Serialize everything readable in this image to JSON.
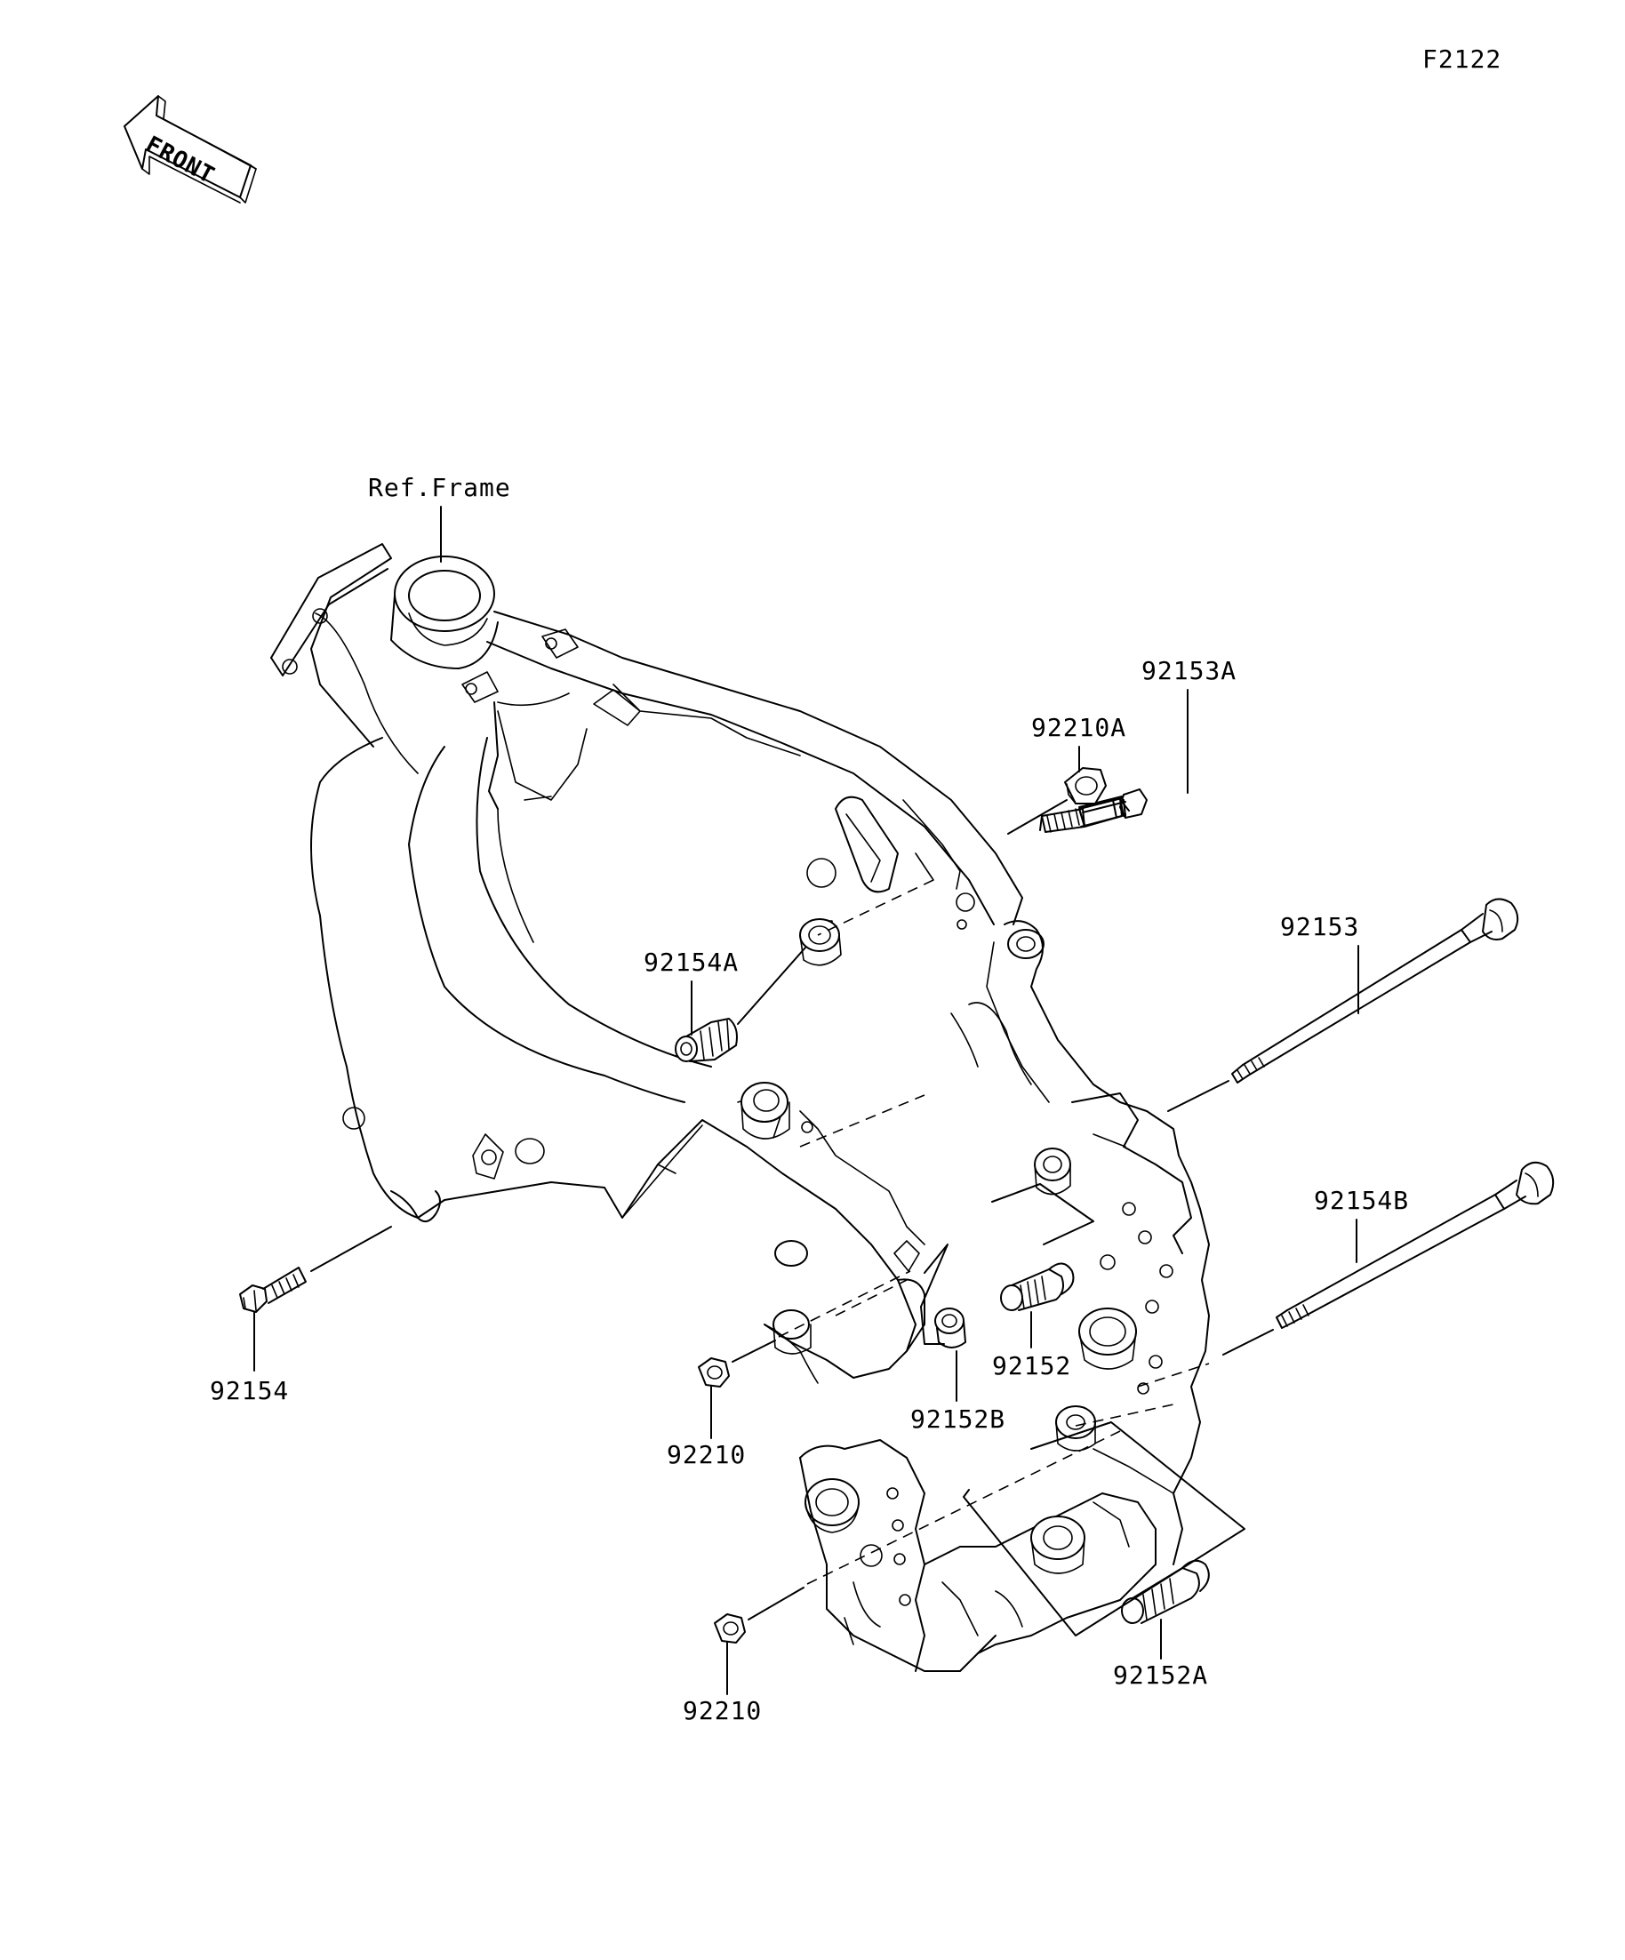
{
  "sheet_code": "F2122",
  "front_arrow": {
    "text": "FRONT",
    "icon": "front-direction-arrow-icon"
  },
  "reference": {
    "text": "Ref.Frame"
  },
  "callouts": {
    "c92153A": "92153A",
    "c92210A": "92210A",
    "c92153": "92153",
    "c92154A": "92154A",
    "c92154B": "92154B",
    "c92154": "92154",
    "c92152": "92152",
    "c92152B": "92152B",
    "c92210_top": "92210",
    "c92152A": "92152A",
    "c92210_bottom": "92210"
  }
}
